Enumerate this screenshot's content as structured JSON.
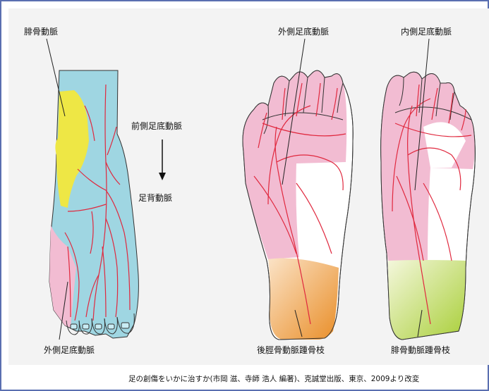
{
  "labels": {
    "left_fibular_artery": "腓骨動脈",
    "anterior_tibial": "前側足底動脈",
    "dorsalis_pedis": "足背動脈",
    "left_lateral_plantar": "外側足底動脈",
    "mid_lateral_plantar": "外側足底動脈",
    "right_medial_plantar": "内側足底動脈",
    "posterior_tibial_calcaneal": "後脛骨動脈踵骨枝",
    "fibular_calcaneal": "腓骨動脈踵骨枝"
  },
  "credit": "足の創傷をいかに治すか(市岡 滋、寺師 浩人 編著)、克誠堂出版、東京、2009より改変",
  "colors": {
    "border": "#5a6fb0",
    "background": "#f3f3f3",
    "dorsal_blue": "#9fd6e2",
    "fibular_yellow": "#eee745",
    "plantar_pink": "#f2bcd2",
    "artery_red": "#e0283e",
    "heel_orange": "#e8a24a",
    "heel_green": "#c6dc6a"
  }
}
